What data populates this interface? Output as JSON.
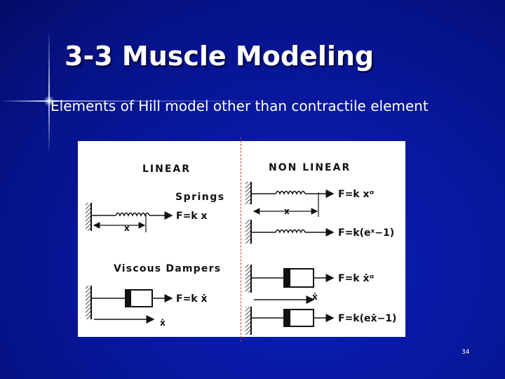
{
  "slide": {
    "title": "3-3 Muscle Modeling",
    "subtitle": "Elements of Hill model other than contractile element",
    "page_number": "34"
  },
  "figure": {
    "linear_heading": "LINEAR",
    "nonlinear_heading": "NON LINEAR",
    "springs_heading": "Springs",
    "dampers_heading": "Viscous Dampers",
    "linear_spring_eq": "F=k x",
    "linear_damper_eq": "F=k ẋ",
    "nl_spring_eq_1": "F=k xᵅ",
    "nl_spring_eq_2": "F=k(eˣ−1)",
    "nl_damper_eq_1": "F=k ẋᵅ",
    "nl_damper_eq_2": "F=k(eẋ−1)",
    "x_label": "x",
    "xdot_label": "ẋ"
  }
}
